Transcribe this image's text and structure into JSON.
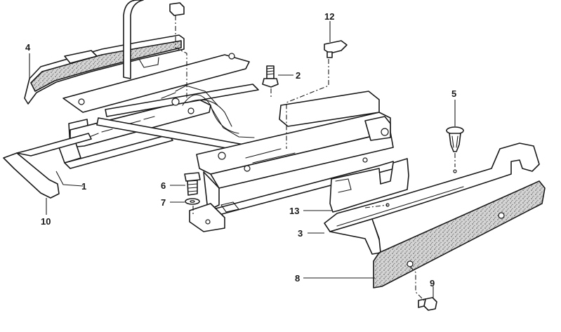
{
  "callouts": {
    "c1": "1",
    "c2": "2",
    "c3": "3",
    "c4": "4",
    "c5": "5",
    "c6": "6",
    "c7": "7",
    "c8": "8",
    "c9": "9",
    "c10": "10",
    "c12": "12",
    "c13": "13"
  }
}
